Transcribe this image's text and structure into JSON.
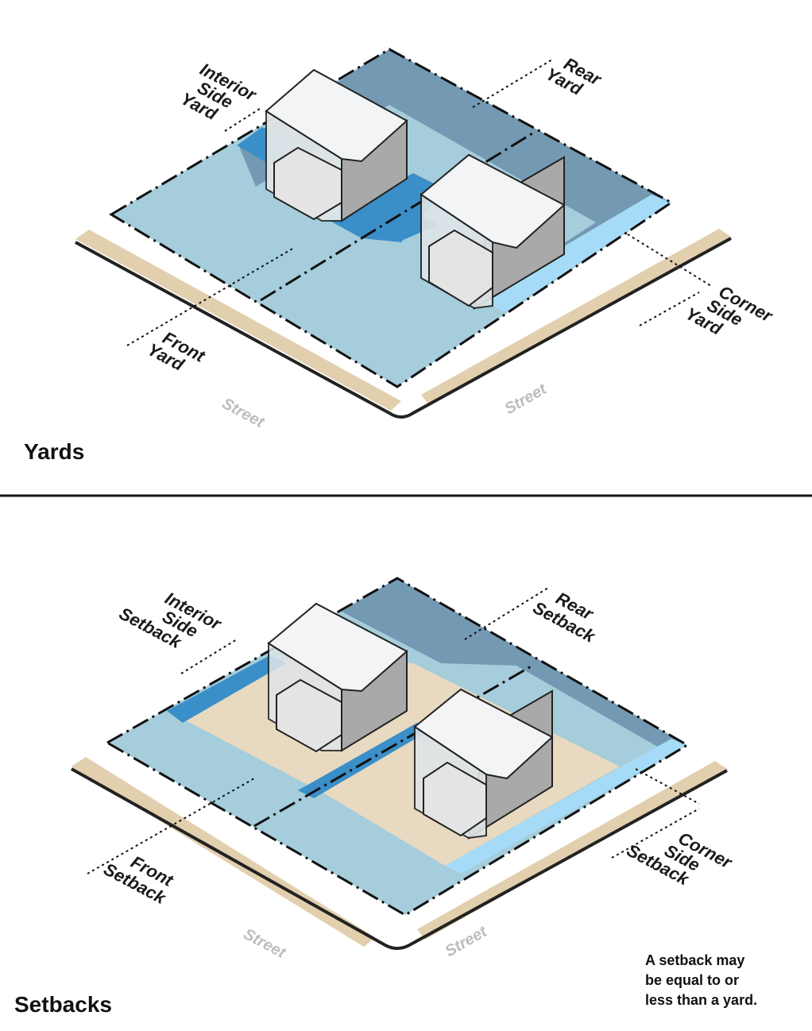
{
  "panels": {
    "yards": {
      "title": "Yards",
      "labels": {
        "interior": [
          "Interior",
          "Side",
          "Yard"
        ],
        "rear": [
          "Rear",
          "Yard"
        ],
        "corner": [
          "Corner",
          "Side",
          "Yard"
        ],
        "front": [
          "Front",
          "Yard"
        ]
      },
      "street_left": "Street",
      "street_right": "Street"
    },
    "setbacks": {
      "title": "Setbacks",
      "labels": {
        "interior": [
          "Interior",
          "Side",
          "Setback"
        ],
        "rear": [
          "Rear",
          "Setback"
        ],
        "corner": [
          "Corner",
          "Side",
          "Setback"
        ],
        "front": [
          "Front",
          "Setback"
        ]
      },
      "street_left": "Street",
      "street_right": "Street",
      "note": [
        "A setback may",
        "be equal to or",
        "less than a yard."
      ]
    }
  },
  "colors": {
    "rear": "#7499b3",
    "front": "#a5cddb",
    "interior_side": "#3a8fc8",
    "corner_side": "#a6dbf8",
    "buildable": "#e8d9c1",
    "sidewalk_tan": "#e2cfae",
    "house_roof": "#f2f4f5",
    "house_side": "#a9a9a9",
    "house_front": "#e4e4e4",
    "divider": "#111111"
  }
}
